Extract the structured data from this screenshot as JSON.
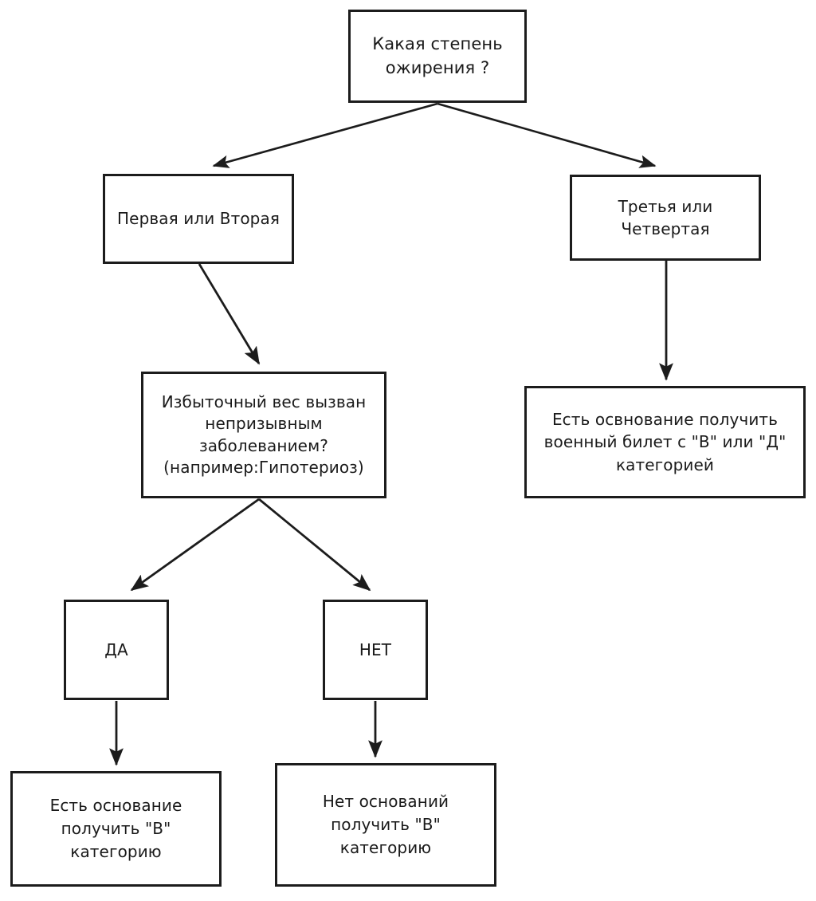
{
  "diagram": {
    "type": "flowchart",
    "language": "ru",
    "title": "Какая степень ожирения ?",
    "colors": {
      "background": "#ffffff",
      "node_border": "#1c1c1c",
      "node_fill": "#ffffff",
      "edge": "#1c1c1c",
      "text": "#1a1a1a"
    },
    "nodes": {
      "root": {
        "id": "root",
        "label": "Какая степень\nожирения ?",
        "shape": "rectangle"
      },
      "degree_12": {
        "id": "degree_12",
        "label": "Первая или Вторая",
        "shape": "rectangle"
      },
      "degree_34": {
        "id": "degree_34",
        "label": "Третья или\nЧетвертая",
        "shape": "rectangle"
      },
      "cause_question": {
        "id": "cause_question",
        "label": "Избыточный вес вызван\nнепризывным\nзаболеванием?\n(например:Гипотериоз)",
        "shape": "rectangle"
      },
      "vd_category": {
        "id": "vd_category",
        "label": "Есть освнование получить\nвоенный билет с \"В\" или \"Д\"\nкатегорией",
        "shape": "rectangle"
      },
      "yes": {
        "id": "yes",
        "label": "ДА",
        "shape": "rectangle"
      },
      "no": {
        "id": "no",
        "label": "НЕТ",
        "shape": "rectangle"
      },
      "has_ground": {
        "id": "has_ground",
        "label": "Есть основание\nполучить \"В\"\nкатегорию",
        "shape": "rectangle"
      },
      "no_ground": {
        "id": "no_ground",
        "label": "Нет оснований\nполучить \"В\"\nкатегорию",
        "shape": "rectangle"
      }
    },
    "edges": [
      {
        "id": "e1",
        "from": "root",
        "to": "degree_12",
        "style": "straight-arrow"
      },
      {
        "id": "e2",
        "from": "root",
        "to": "degree_34",
        "style": "straight-arrow"
      },
      {
        "id": "e3",
        "from": "degree_12",
        "to": "cause_question",
        "style": "straight-arrow"
      },
      {
        "id": "e4",
        "from": "degree_34",
        "to": "vd_category",
        "style": "straight-arrow"
      },
      {
        "id": "e5",
        "from": "cause_question",
        "to": "yes",
        "style": "straight-arrow"
      },
      {
        "id": "e6",
        "from": "cause_question",
        "to": "no",
        "style": "straight-arrow"
      },
      {
        "id": "e7",
        "from": "yes",
        "to": "has_ground",
        "style": "straight-arrow"
      },
      {
        "id": "e8",
        "from": "no",
        "to": "no_ground",
        "style": "straight-arrow"
      }
    ]
  }
}
